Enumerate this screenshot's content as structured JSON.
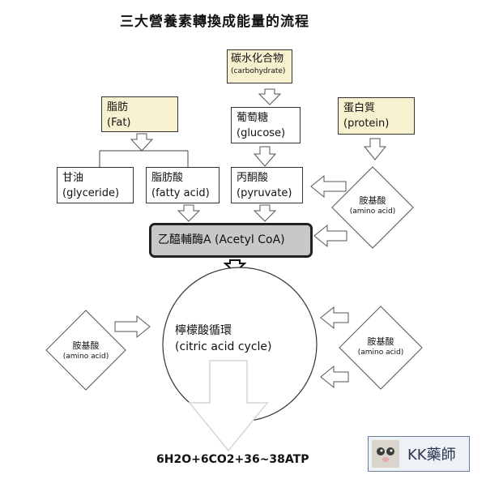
{
  "title": "三大營養素轉換成能量的流程",
  "carbohydrate": {
    "zh": "碳水化合物",
    "en": "(carbohydrate)"
  },
  "fat": {
    "zh": "脂肪",
    "en": "(Fat)"
  },
  "glucose": {
    "zh": "葡萄糖",
    "en": "(glucose)"
  },
  "protein": {
    "zh": "蛋白質",
    "en": "(protein)"
  },
  "glyceride": {
    "zh": "甘油",
    "en": "(glyceride)"
  },
  "fatty_acid": {
    "zh": "脂肪酸",
    "en": "(fatty acid)"
  },
  "pyruvate": {
    "zh": "丙酮酸",
    "en": "(pyruvate)"
  },
  "acetyl_coa": "乙醯輔酶A (Acetyl CoA)",
  "amino_acid": {
    "zh": "胺基酸",
    "en": "(amino acid)"
  },
  "citric_cycle": {
    "zh": "檸檬酸循環",
    "en": "(citric acid cycle)"
  },
  "result": "6H2O+6CO2+36~38ATP",
  "logo": "KK藥師",
  "colors": {
    "highlight_box": "#f7f1cf",
    "acetyl_box": "#c8c8c8",
    "line": "#333333"
  }
}
